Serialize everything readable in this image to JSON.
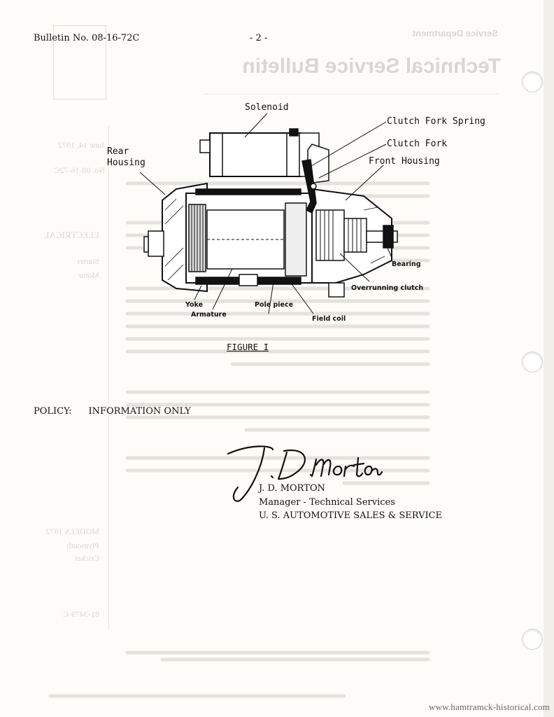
{
  "header": {
    "bulletin_no": "Bulletin No. 08-16-72C",
    "page_no": "- 2 -"
  },
  "show_through": {
    "service_department": "Service Department",
    "title": "Technical Service Bulletin",
    "date": "June 14, 1972",
    "number": "No. 08-16-72C",
    "category": "ELECTRICAL",
    "subject_line1": "Starter",
    "subject_line2": "Motor",
    "models": "MODELS 1972",
    "model_line1": "Plymouth",
    "model_line2": "Cricket",
    "form_no": "81-3479-C"
  },
  "figure": {
    "labels": {
      "solenoid": "Solenoid",
      "rear_housing_line1": "Rear",
      "rear_housing_line2": "Housing",
      "clutch_fork_spring": "Clutch Fork Spring",
      "clutch_fork": "Clutch Fork",
      "front_housing": "Front Housing",
      "bearing": "Bearing",
      "overrunning_clutch": "Overrunning clutch",
      "yoke": "Yoke",
      "armature": "Armature",
      "pole_piece": "Pole piece",
      "field_coil": "Field coil"
    },
    "caption": "FIGURE I"
  },
  "policy": {
    "label": "POLICY:",
    "value": "INFORMATION ONLY"
  },
  "signature": {
    "script_text": "J. D. Morton",
    "name": "J. D. MORTON",
    "title": "Manager - Technical Services",
    "org": "U. S. AUTOMOTIVE SALES & SERVICE"
  },
  "footer": {
    "url": "www.hamtramck-historical.com"
  }
}
